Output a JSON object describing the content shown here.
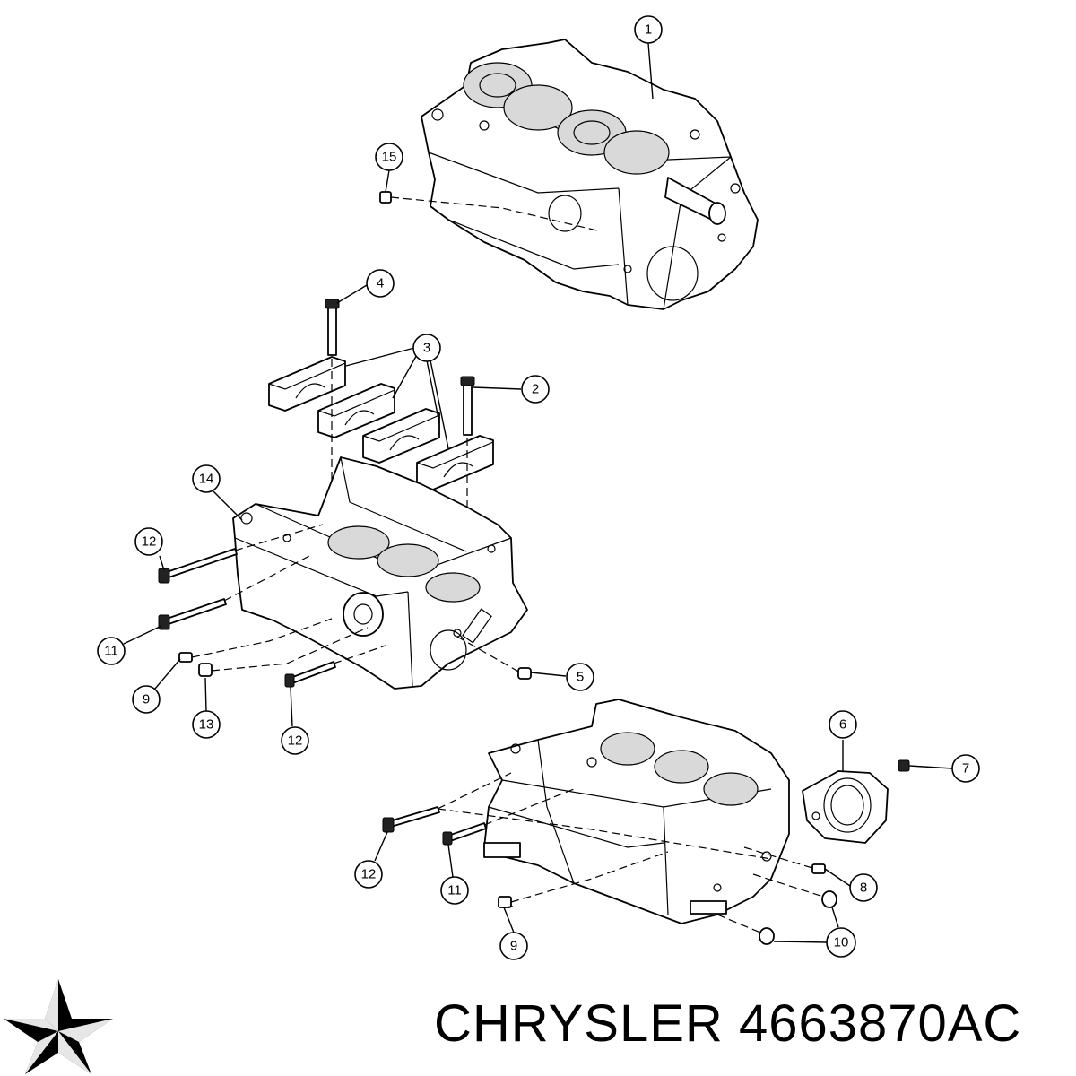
{
  "brand": "CHRYSLER",
  "part_number": "4663870AC",
  "logo_icon": "pentastar-logo-icon",
  "callouts": [
    {
      "id": "c1",
      "label": "1"
    },
    {
      "id": "c15",
      "label": "15"
    },
    {
      "id": "c4",
      "label": "4"
    },
    {
      "id": "c3",
      "label": "3"
    },
    {
      "id": "c2",
      "label": "2"
    },
    {
      "id": "c14",
      "label": "14"
    },
    {
      "id": "c12a",
      "label": "12"
    },
    {
      "id": "c11a",
      "label": "11"
    },
    {
      "id": "c9a",
      "label": "9"
    },
    {
      "id": "c13",
      "label": "13"
    },
    {
      "id": "c12b",
      "label": "12"
    },
    {
      "id": "c5",
      "label": "5"
    },
    {
      "id": "c6",
      "label": "6"
    },
    {
      "id": "c7",
      "label": "7"
    },
    {
      "id": "c12c",
      "label": "12"
    },
    {
      "id": "c11b",
      "label": "11"
    },
    {
      "id": "c8",
      "label": "8"
    },
    {
      "id": "c9b",
      "label": "9"
    },
    {
      "id": "c10",
      "label": "10"
    }
  ]
}
